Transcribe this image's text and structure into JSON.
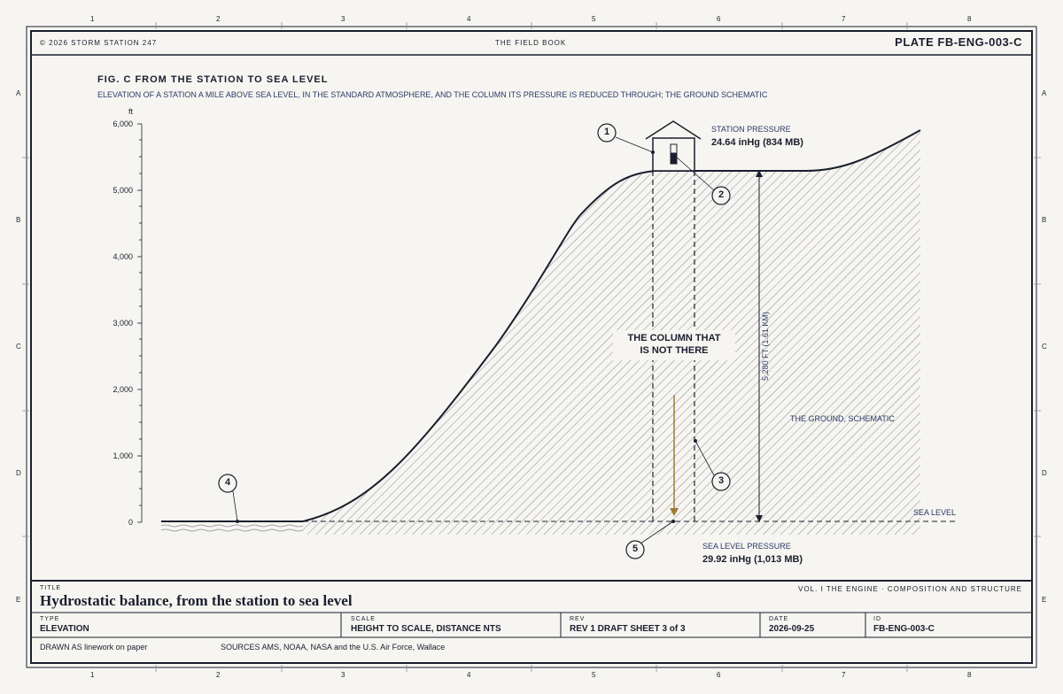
{
  "header": {
    "copyright": "© 2026 STORM STATION 247",
    "book": "THE FIELD BOOK",
    "plate": "PLATE FB-ENG-003-C"
  },
  "grid": {
    "columns": [
      "1",
      "2",
      "3",
      "4",
      "5",
      "6",
      "7",
      "8"
    ],
    "rows": [
      "A",
      "B",
      "C",
      "D",
      "E"
    ]
  },
  "figure": {
    "title": "FIG. C FROM THE STATION TO SEA LEVEL",
    "subtitle": "ELEVATION OF A STATION A MILE ABOVE SEA LEVEL, IN THE STANDARD ATMOSPHERE, AND THE COLUMN ITS PRESSURE IS REDUCED THROUGH; THE GROUND SCHEMATIC",
    "y_unit": "ft",
    "y_ticks": [
      "6,000",
      "5,000",
      "4,000",
      "3,000",
      "2,000",
      "1,000",
      "0"
    ],
    "station_pressure_label": "STATION PRESSURE",
    "station_pressure_value": "24.64 inHg (834 MB)",
    "column_label_line1": "THE COLUMN THAT",
    "column_label_line2": "IS NOT THERE",
    "height_label": "5,280 FT (1.61 KM)",
    "ground_label": "THE GROUND, SCHEMATIC",
    "sea_level_label": "SEA LEVEL",
    "sea_level_pressure_label": "SEA LEVEL PRESSURE",
    "sea_level_pressure_value": "29.92 inHg (1,013 MB)",
    "callouts": [
      "1",
      "2",
      "3",
      "4",
      "5"
    ]
  },
  "title_block": {
    "title_label": "TITLE",
    "title": "Hydrostatic balance, from the station to sea level",
    "volume": "VOL. I THE ENGINE · COMPOSITION AND STRUCTURE",
    "type_label": "TYPE",
    "type": "ELEVATION",
    "scale_label": "SCALE",
    "scale": "HEIGHT TO SCALE, DISTANCE NTS",
    "rev_label": "REV",
    "rev": "REV 1 DRAFT SHEET 3 of 3",
    "date_label": "DATE",
    "date": "2026-09-25",
    "id_label": "ID",
    "id": "FB-ENG-003-C",
    "drawn": "DRAWN AS linework on paper",
    "sources": "SOURCES AMS, NOAA, NASA and the U.S. Air Force, Wallace"
  },
  "colors": {
    "ink": "#1a1f2e",
    "blue_text": "#2c3a66",
    "arrow": "#a07a35",
    "paper": "#f6f5f1"
  }
}
